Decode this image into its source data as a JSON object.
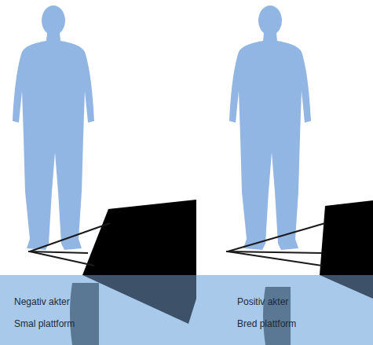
{
  "diagram": {
    "labels": [
      "Negativ akter",
      "Smal plattform",
      "Positiv akter",
      "Bred plattform"
    ]
  }
}
